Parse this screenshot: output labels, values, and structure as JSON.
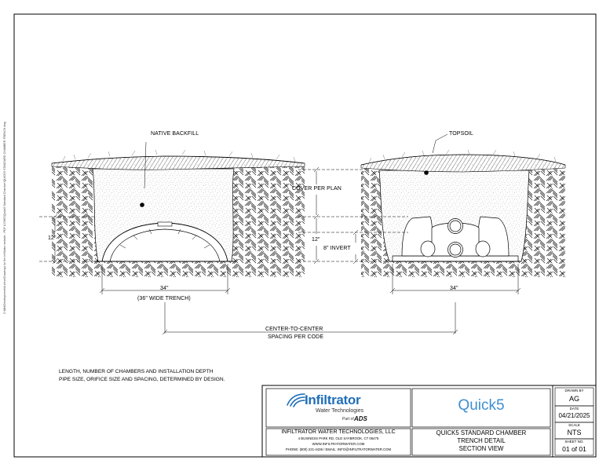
{
  "labels": {
    "native_backfill": "NATIVE BACKFILL",
    "topsoil": "TOPSOIL",
    "cover_per_plan": "COVER PER PLAN",
    "left_12": "12\"",
    "mid_12": "12\"",
    "invert": "8\" INVERT",
    "left_34": "34\"",
    "trench_width": "(36\" WIDE TRENCH)",
    "right_34": "34\"",
    "center_line1": "CENTER-TO-CENTER",
    "center_line2": "SPACING PER CODE"
  },
  "notes": {
    "line1": "LENGTH, NUMBER OF CHAMBERS AND INSTALLATION DEPTH",
    "line2": "PIPE SIZE, ORIFICE SIZE AND SPACING, DETERMINED BY DESIGN."
  },
  "side_path": "Z:\\Mkt\\Development\\Archive\\Drawings for the Infiltrator website - PDF & DWG\\Quick5 Standard Chamber\\QUICK5 STANDARD CHAMBER TRENCH.dwg",
  "title_block": {
    "brand": "Infiltrator",
    "brand_sub": "Water Technologies",
    "part_of": "Part of",
    "parent": "ADS",
    "product": "Quick5",
    "company": "INFILTRATOR WATER TECHNOLOGIES, LLC",
    "address": "4 BUSINESS PARK RD, OLD SAYBROOK, CT 06475",
    "website": "WWW.INFILTRATORWATER.COM",
    "contact": "PHONE: (800) 221-4436 / EMAIL: INFO@INFILTRATORWATER.COM",
    "title_line1": "QUICK5 STANDARD CHAMBER",
    "title_line2": "TRENCH DETAIL",
    "title_line3": "SECTION VIEW",
    "drawn_by_label": "DRAWN BY",
    "drawn_by": "AG",
    "date_label": "DATE",
    "date": "04/21/2025",
    "scale_label": "SCALE",
    "scale": "NTS",
    "sheet_label": "SHEET NO.",
    "sheet": "01 of 01"
  },
  "colors": {
    "brand_blue": "#1f6fb8",
    "product_blue": "#3f8fcf",
    "line": "#000000"
  }
}
